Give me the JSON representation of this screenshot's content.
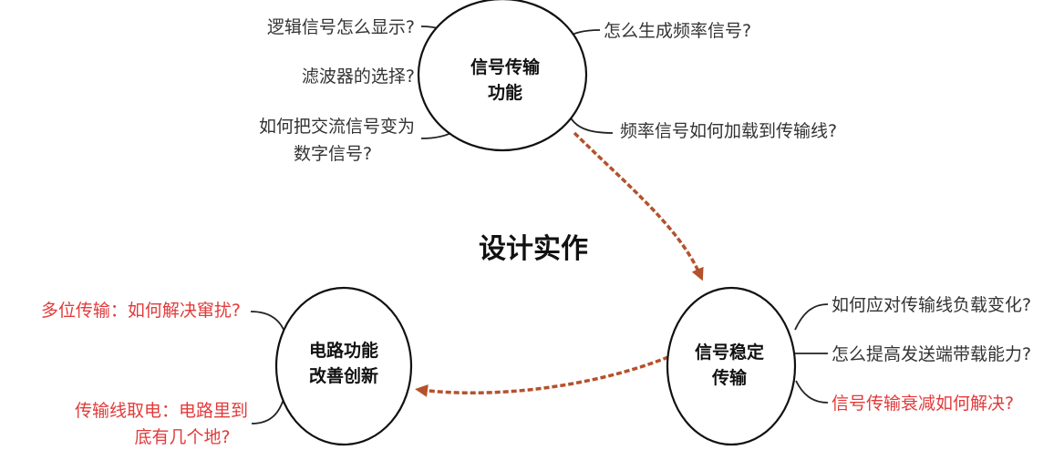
{
  "title": "设计实作",
  "colors": {
    "accent_red": "#e23b3b",
    "arrow": "#b5512b"
  },
  "nodes": {
    "transmission": {
      "line1": "信号传输",
      "line2": "功能"
    },
    "stable": {
      "line1": "信号稳定",
      "line2": "传输"
    },
    "improve": {
      "line1": "电路功能",
      "line2": "改善创新"
    }
  },
  "questions": {
    "transmission": {
      "q1": "逻辑信号怎么显示?",
      "q2": "滤波器的选择?",
      "q3_line1": "如何把交流信号变为",
      "q3_line2": "数字信号?",
      "q4": "怎么生成频率信号?",
      "q5": "频率信号如何加载到传输线?"
    },
    "stable": {
      "q1": "如何应对传输线负载变化?",
      "q2": "怎么提高发送端带载能力?",
      "q3": "信号传输衰减如何解决?"
    },
    "improve": {
      "q1": "多位传输：如何解决窜扰?",
      "q2_line1": "传输线取电：电路里到",
      "q2_line2": "底有几个地?"
    }
  }
}
